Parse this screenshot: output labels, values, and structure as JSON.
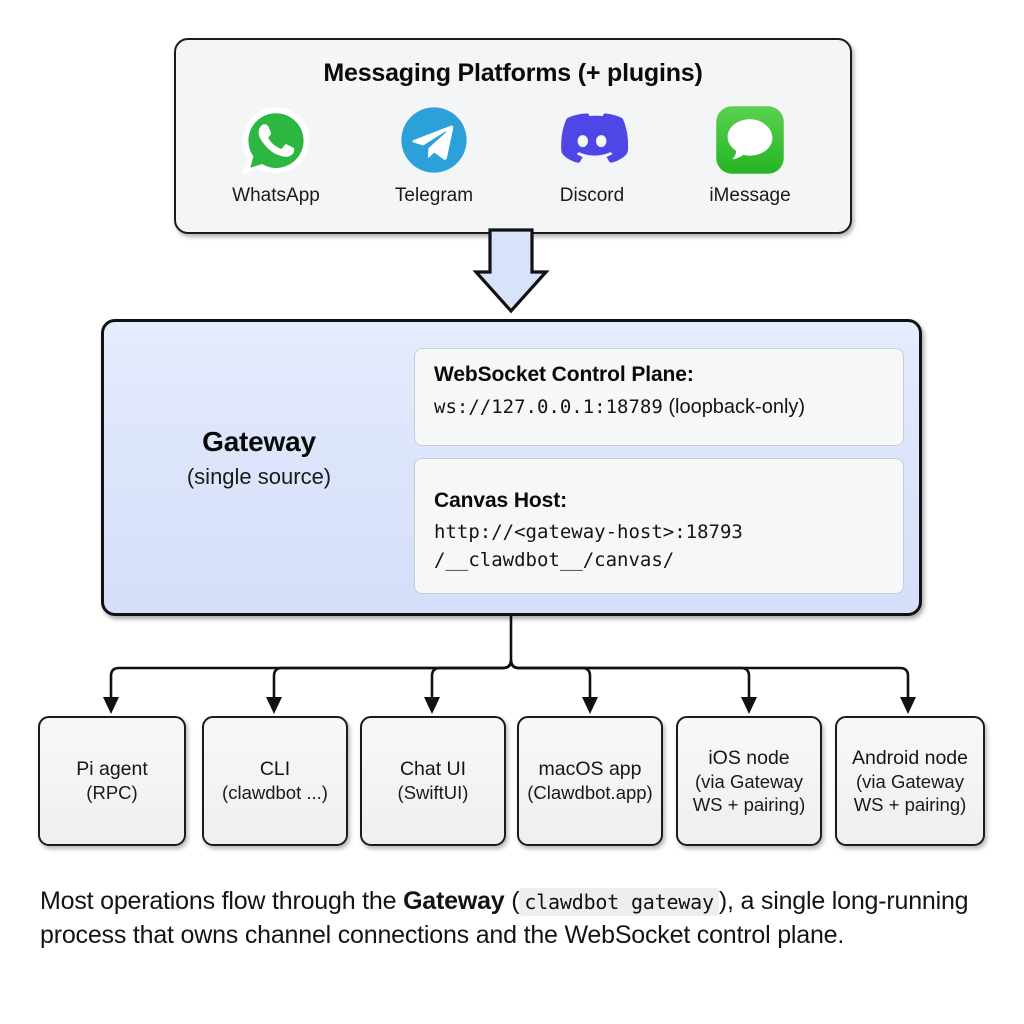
{
  "platforms_panel": {
    "title": "Messaging Platforms (+ plugins)",
    "items": [
      {
        "label": "WhatsApp",
        "icon": "whatsapp-icon",
        "color": "#2cb742"
      },
      {
        "label": "Telegram",
        "icon": "telegram-icon",
        "color": "#2ba0d9"
      },
      {
        "label": "Discord",
        "icon": "discord-icon",
        "color": "#4f46e8"
      },
      {
        "label": "iMessage",
        "icon": "imessage-icon",
        "color": "#3ec23e"
      }
    ]
  },
  "gateway": {
    "title": "Gateway",
    "subtitle": "(single source)",
    "fill_color": "#dde5fb",
    "cards": [
      {
        "heading": "WebSocket Control Plane:",
        "mono": "ws://127.0.0.1:18789",
        "plain_suffix": " (loopback-only)"
      },
      {
        "heading": "Canvas Host:",
        "mono_line1": "http://<gateway-host>:18793",
        "mono_line2": "/__clawdbot__/canvas/"
      }
    ]
  },
  "nodes": [
    {
      "title": "Pi agent",
      "sub1": "(RPC)",
      "sub2": ""
    },
    {
      "title": "CLI",
      "sub1": "(clawdbot ...)",
      "sub2": ""
    },
    {
      "title": "Chat UI",
      "sub1": "(SwiftUI)",
      "sub2": ""
    },
    {
      "title": "macOS app",
      "sub1": "(Clawdbot.app)",
      "sub2": ""
    },
    {
      "title": "iOS node",
      "sub1": "(via Gateway",
      "sub2": "WS + pairing)"
    },
    {
      "title": "Android node",
      "sub1": "(via Gateway",
      "sub2": "WS + pairing)"
    }
  ],
  "caption": {
    "part1": "Most operations flow through the ",
    "bold": "Gateway",
    "paren_open": " (",
    "code": "clawdbot gateway",
    "paren_close": "), a single long-running process that owns channel connections and the WebSocket control plane."
  }
}
